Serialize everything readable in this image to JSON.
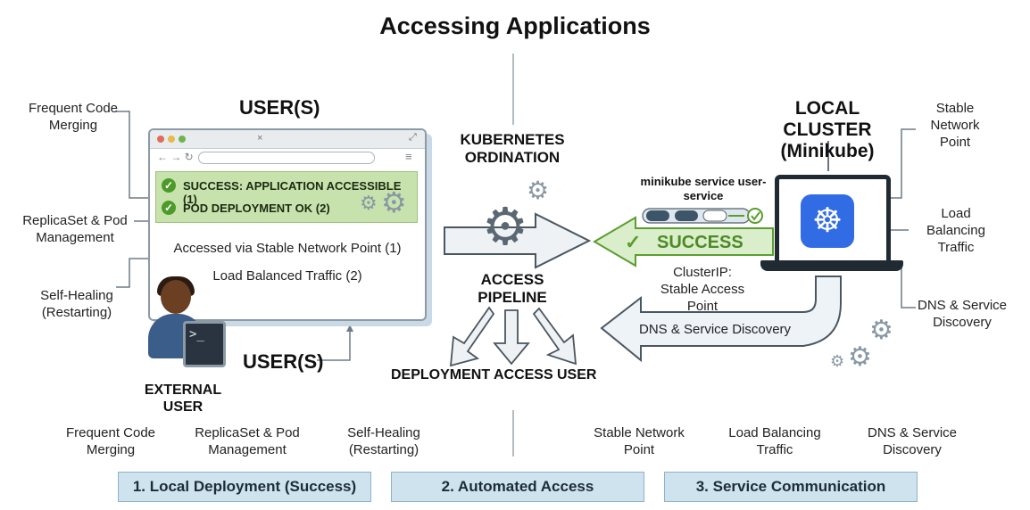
{
  "title": "Accessing Applications",
  "left_side_labels": [
    "Frequent Code Merging",
    "ReplicaSet & Pod Management",
    "Self-Healing (Restarting)"
  ],
  "users_top": "USER(S)",
  "users_bottom": "USER(S)",
  "external_user": "EXTERNAL USER",
  "browser": {
    "success_line": "SUCCESS: APPLICATION ACCESSIBLE (1)",
    "pod_line": "POD DEPLOYMENT OK (2)",
    "line1": "Accessed via Stable Network Point (1)",
    "line2": "Load Balanced Traffic (2)",
    "terminal_prompt": ">_"
  },
  "center": {
    "top_label": "KUBERNETES ORDINATION",
    "pipeline_label": "ACCESS PIPELINE",
    "out_deployment": "DEPLOYMENT ACCESS",
    "out_user": "USER"
  },
  "cluster": {
    "title": "LOCAL CLUSTER (Minikube)",
    "command": "minikube service user-service",
    "success": "SUCCESS",
    "clusterip": "ClusterIP: Stable Access Point",
    "dns_arrow": "DNS & Service Discovery"
  },
  "right_side_labels": [
    "Stable Network Point",
    "Load Balancing Traffic",
    "DNS & Service Discovery"
  ],
  "bottom_labels": [
    "Frequent Code Merging",
    "ReplicaSet & Pod Management",
    "Self-Healing (Restarting)",
    "Stable Network Point",
    "Load Balancing Traffic",
    "DNS & Service Discovery"
  ],
  "tabs": [
    "1. Local Deployment (Success)",
    "2. Automated Access",
    "3. Service Communication"
  ],
  "colors": {
    "success_green": "#5a9e2f",
    "k8s_blue": "#326ce5",
    "tab_bg": "#cfe3ee",
    "arrow_fill": "#eef2f5"
  },
  "icons": [
    "gear-icon",
    "check-icon",
    "kubernetes-icon",
    "terminal-icon",
    "user-icon"
  ]
}
